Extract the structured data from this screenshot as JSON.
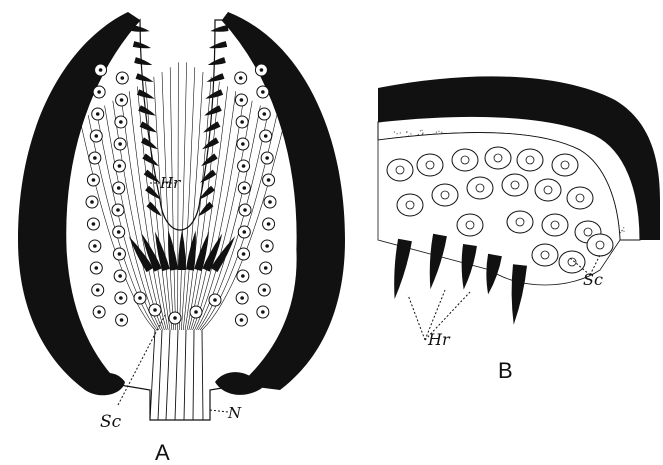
{
  "figure": {
    "panels": [
      {
        "id": "A",
        "letter": "A"
      },
      {
        "id": "B",
        "letter": "B"
      }
    ],
    "labels": {
      "a_hr": "Hr",
      "a_sc": "Sc",
      "a_n": "N",
      "b_hr": "Hr",
      "b_sc": "Sc"
    },
    "colors": {
      "ink": "#111111",
      "paper": "#ffffff",
      "stipple": "#555555"
    }
  }
}
